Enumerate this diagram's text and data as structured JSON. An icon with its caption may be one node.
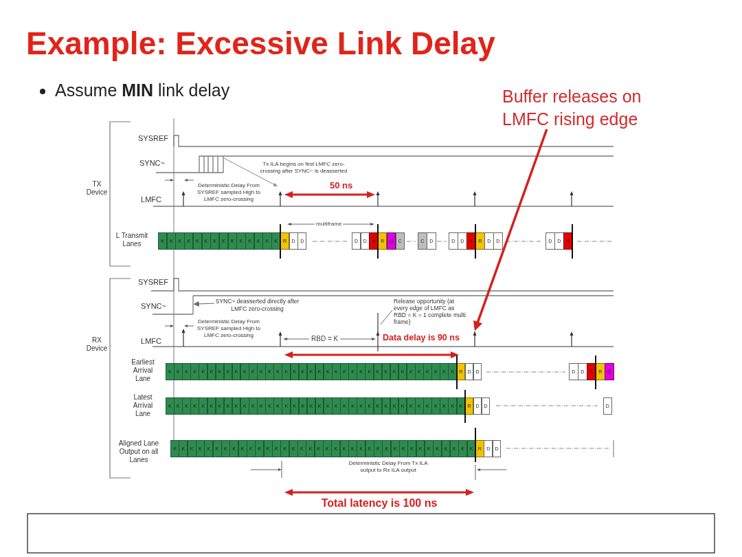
{
  "diagram": {
    "title": "Example: Excessive Link Delay",
    "nodes": [
      {
        "text": [
          "Buffer releases on LMFC rising edge"
        ]
      },
      {
        "text": [
          "Release opportunity (at every edge of LMFC as RBD = K = 1 complete multi frame)"
        ]
      },
      {
        "text": [
          "SYNC~ deasserted directly after LMFC zero-crossing"
        ]
      },
      {
        "text": [],
        "shape": "line"
      },
      {
        "text": [],
        "shape": "arrow"
      },
      {
        "text": [],
        "shape": "arrow"
      }
    ],
    "edges": [
      {
        "from": 0,
        "to": 5,
        "arrow": "to",
        "style": "thick",
        "color": "#d42020"
      },
      {
        "from": 1,
        "to": 4,
        "arrow": "none"
      },
      {
        "from": 2,
        "to": 3,
        "arrow": "to"
      }
    ],
    "labels": [
      "Assume **MIN** link delay",
      "TX Device",
      "SYSREF",
      "SYNC~",
      "Tx ILA begins on first LMFC zero-crossing after SYNC~ is deasserted",
      "Deterministic Delay From SYSREF sampled High to LMFC zero-crossing",
      "50 ns",
      "LMFC",
      "multiframe",
      "L Transmit Lanes",
      "K",
      "K",
      "K",
      "K",
      "K",
      "K",
      "K",
      "K",
      "K",
      "K",
      "K",
      "K",
      "K",
      "K",
      "R",
      "D",
      "D",
      "D",
      "D",
      "A",
      "R",
      "Q",
      "C",
      "C",
      "D",
      "D",
      "D",
      "A",
      "R",
      "D",
      "D",
      "D",
      "D",
      "A",
      "RX Device",
      "SYSREF",
      "SYNC~",
      "Deterministic Delay From SYSREF sampled High to LMFC zero-crossing",
      "RBD = K",
      "Data delay is 90 ns",
      "LMFC",
      "Earliest Arrival Lane",
      "K",
      "K",
      "K",
      "K",
      "K",
      "K",
      "K",
      "K",
      "K",
      "K",
      "K",
      "K",
      "K",
      "K",
      "K",
      "K",
      "K",
      "K",
      "K",
      "K",
      "K",
      "K",
      "K",
      "K",
      "K",
      "K",
      "K",
      "K",
      "K",
      "K",
      "K",
      "K",
      "K",
      "K",
      "K",
      "R",
      "D",
      "D",
      "D",
      "D",
      "A",
      "R",
      "Q",
      "Latest Arrival Lane",
      "K",
      "K",
      "K",
      "K",
      "K",
      "K",
      "K",
      "K",
      "K",
      "K",
      "K",
      "K",
      "K",
      "K",
      "K",
      "K",
      "K",
      "K",
      "K",
      "K",
      "K",
      "K",
      "K",
      "K",
      "K",
      "K",
      "K",
      "K",
      "K",
      "K",
      "K",
      "K",
      "K",
      "K",
      "K",
      "K",
      "R",
      "D",
      "D",
      "D",
      "Aligned Lane Output on all Lanes",
      "K",
      "K",
      "K",
      "K",
      "K",
      "K",
      "K",
      "K",
      "K",
      "K",
      "K",
      "K",
      "K",
      "K",
      "K",
      "K",
      "K",
      "K",
      "K",
      "K",
      "K",
      "K",
      "K",
      "K",
      "K",
      "K",
      "K",
      "K",
      "K",
      "K",
      "K",
      "K",
      "K",
      "K",
      "K",
      "K",
      "R",
      "D",
      "D",
      "Deterministic Delay From Tx ILA output to Rx ILA output",
      "Total latency is 100 ns"
    ]
  }
}
